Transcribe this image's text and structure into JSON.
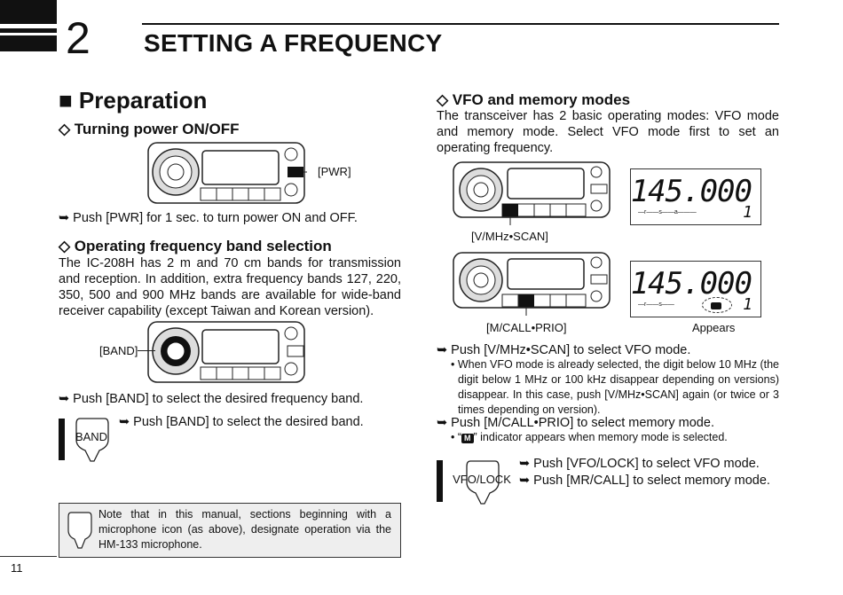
{
  "header": {
    "chapter_number": "2",
    "chapter_title": "SETTING A FREQUENCY"
  },
  "left": {
    "section_title": "■ Preparation",
    "power": {
      "heading": "◇ Turning power ON/OFF",
      "callout": "[PWR]",
      "step": "➥ Push [PWR] for 1 sec. to turn power ON and OFF."
    },
    "band": {
      "heading": "◇ Operating frequency band selection",
      "paragraph": "The IC-208H has 2 m and 70 cm bands for transmission and reception. In addition, extra frequency bands 127, 220, 350, 500 and 900 MHz bands are available for wide-band receiver capability (except Taiwan and Korean version).",
      "callout": "[BAND]",
      "step": "➥ Push [BAND] to select the desired frequency band.",
      "mic_key": "BAND",
      "mic_step": "➥ Push [BAND] to select the desired band."
    },
    "note": "Note that in this manual, sections beginning with a microphone icon (as above), designate operation via the HM-133 microphone."
  },
  "right": {
    "vfo": {
      "heading": "◇ VFO and memory modes",
      "paragraph": "The transceiver has 2 basic operating modes: VFO mode and memory mode. Select VFO mode first to set an operating frequency.",
      "callout_vfo": "[V/MHz•SCAN]",
      "callout_mcall": "[M/CALL•PRIO]",
      "display_freq": "145.000",
      "display_digit": "1",
      "appears_label": "Appears",
      "step1": "➥ Push [V/MHz•SCAN] to select VFO mode.",
      "step1_note": "• When VFO mode is already selected, the digit below 10 MHz (the digit below 1 MHz or 100 kHz disappear depending on versions) disappear. In this case, push [V/MHz•SCAN] again (or twice or 3 times depending on version).",
      "step2": "➥ Push [M/CALL•PRIO] to select memory mode.",
      "step2_note_prefix": "• “",
      "step2_note_badge": "M",
      "step2_note_suffix": "” indicator appears when memory mode is selected.",
      "mic_key": "VFO/LOCK",
      "mic_step1": "➥ Push [VFO/LOCK] to select VFO mode.",
      "mic_step2": "➥ Push [MR/CALL] to select memory mode."
    }
  },
  "footer": {
    "page_number": "11"
  },
  "icons": [
    "radio-front-panel-icon",
    "microphone-icon",
    "lcd-display-icon"
  ]
}
